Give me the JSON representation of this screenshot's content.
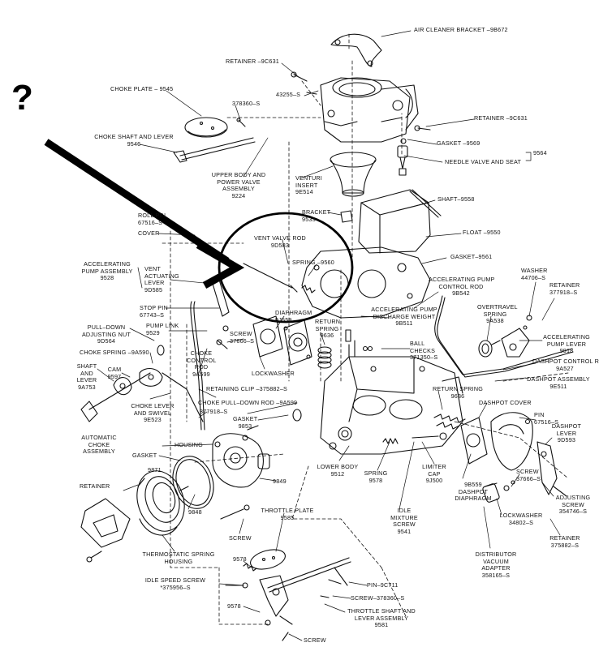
{
  "question_mark": "?",
  "labels": [
    {
      "id": "air-cleaner-bracket",
      "lines": [
        "AIR CLEANER BRACKET –9B672"
      ]
    },
    {
      "id": "retainer-top",
      "lines": [
        "RETAINER –9C631"
      ]
    },
    {
      "id": "choke-plate",
      "lines": [
        "CHOKE PLATE – 9545"
      ]
    },
    {
      "id": "p378360",
      "lines": [
        "378360–S"
      ]
    },
    {
      "id": "p43255",
      "lines": [
        "43255–S"
      ]
    },
    {
      "id": "retainer-right",
      "lines": [
        "RETAINER –9C631"
      ]
    },
    {
      "id": "choke-shaft",
      "lines": [
        "CHOKE SHAFT AND LEVER",
        "9546"
      ]
    },
    {
      "id": "gasket-9569",
      "lines": [
        "GASKET –9569"
      ]
    },
    {
      "id": "p9564",
      "lines": [
        "9564"
      ]
    },
    {
      "id": "needle-valve",
      "lines": [
        "NEEDLE VALVE AND SEAT"
      ]
    },
    {
      "id": "upper-body",
      "lines": [
        "UPPER BODY AND",
        "POWER VALVE",
        "ASSEMBLY",
        "9224"
      ]
    },
    {
      "id": "venturi",
      "lines": [
        "VENTURI",
        "INSERT",
        "9E514"
      ]
    },
    {
      "id": "shaft-9558",
      "lines": [
        "SHAFT–9558"
      ]
    },
    {
      "id": "roll-pin",
      "lines": [
        "ROLL PIN",
        "67516–S"
      ]
    },
    {
      "id": "bracket-9533",
      "lines": [
        "BRACKET",
        "9533"
      ]
    },
    {
      "id": "cover",
      "lines": [
        "COVER"
      ]
    },
    {
      "id": "float",
      "lines": [
        "FLOAT –9550"
      ]
    },
    {
      "id": "vent-valve-rod",
      "lines": [
        "VENT VALVE ROD",
        "9D583"
      ]
    },
    {
      "id": "gasket-9561",
      "lines": [
        "GASKET–9561"
      ]
    },
    {
      "id": "accel-pump-assembly",
      "lines": [
        "ACCELERATING",
        "PUMP ASSEMBLY",
        "9528"
      ]
    },
    {
      "id": "spring-9560",
      "lines": [
        "SPRING –9560"
      ]
    },
    {
      "id": "vent-actuating-lever",
      "lines": [
        "VENT",
        "ACTUATING",
        "LEVER",
        "9D585"
      ]
    },
    {
      "id": "accel-pump-control-rod",
      "lines": [
        "ACCELERATING PUMP",
        "CONTROL ROD",
        "9B542"
      ]
    },
    {
      "id": "washer",
      "lines": [
        "WASHER",
        "44706–S"
      ]
    },
    {
      "id": "retainer-377918",
      "lines": [
        "RETAINER",
        "377918–S"
      ]
    },
    {
      "id": "stop-pin",
      "lines": [
        "STOP PIN",
        "67743–S"
      ]
    },
    {
      "id": "diaphragm",
      "lines": [
        "DIAPHRAGM",
        "9J559"
      ]
    },
    {
      "id": "discharge-weight",
      "lines": [
        "ACCELERATING PUMP",
        "DISCHARGE WEIGHT",
        "9B511"
      ]
    },
    {
      "id": "overtravel-spring",
      "lines": [
        "OVERTRAVEL",
        "SPRING",
        "9A538"
      ]
    },
    {
      "id": "pull-down-nut",
      "lines": [
        "PULL–DOWN",
        "ADJUSTING NUT",
        "9D564"
      ]
    },
    {
      "id": "pump-link",
      "lines": [
        "PUMP LINK",
        "9529"
      ]
    },
    {
      "id": "screw-37666-a",
      "lines": [
        "SCREW",
        "37666–S"
      ]
    },
    {
      "id": "return-spring-top",
      "lines": [
        "RETURN",
        "SPRING",
        "9636"
      ]
    },
    {
      "id": "accel-pump-lever",
      "lines": [
        "ACCELERATING",
        "PUMP LEVER",
        "9918"
      ]
    },
    {
      "id": "ball-checks",
      "lines": [
        "BALL",
        "CHECKS",
        "371350–S"
      ]
    },
    {
      "id": "choke-spring",
      "lines": [
        "CHOKE SPRING –9A590"
      ]
    },
    {
      "id": "choke-control-rod",
      "lines": [
        "CHOKE",
        "CONTROL",
        "ROD",
        "9A599"
      ]
    },
    {
      "id": "lockwasher-top",
      "lines": [
        "LOCKWASHER"
      ]
    },
    {
      "id": "dashpot-control-rod",
      "lines": [
        "DASHPOT CONTROL ROD",
        "9A527"
      ]
    },
    {
      "id": "shaft-lever",
      "lines": [
        "SHAFT",
        "AND",
        "LEVER",
        "9A753"
      ]
    },
    {
      "id": "cam",
      "lines": [
        "CAM",
        "9597"
      ]
    },
    {
      "id": "dashpot-assembly",
      "lines": [
        "DASHPOT ASSEMBLY",
        "9E511"
      ]
    },
    {
      "id": "retaining-clip",
      "lines": [
        "RETAINING CLIP –375882–S"
      ]
    },
    {
      "id": "return-spring-mid",
      "lines": [
        "RETURN SPRING",
        "9636"
      ]
    },
    {
      "id": "choke-pull-down-rod",
      "lines": [
        "CHOKE PULL–DOWN ROD –9A599"
      ]
    },
    {
      "id": "dashpot-cover",
      "lines": [
        "DASHPOT COVER"
      ]
    },
    {
      "id": "choke-lever-swivel",
      "lines": [
        "CHOKE LEVER",
        "AND SWIVEL",
        "9E523"
      ]
    },
    {
      "id": "p377918",
      "lines": [
        "377918–S"
      ]
    },
    {
      "id": "pin-67516",
      "lines": [
        "PIN",
        "67516–S"
      ]
    },
    {
      "id": "gasket-9853",
      "lines": [
        "GASKET",
        "9853"
      ]
    },
    {
      "id": "dashpot-lever",
      "lines": [
        "DASHPOT",
        "LEVER",
        "9D593"
      ]
    },
    {
      "id": "automatic-choke",
      "lines": [
        "AUTOMATIC",
        "CHOKE",
        "ASSEMBLY"
      ]
    },
    {
      "id": "housing",
      "lines": [
        "HOUSING"
      ]
    },
    {
      "id": "gasket-left",
      "lines": [
        "GASKET"
      ]
    },
    {
      "id": "p9871",
      "lines": [
        "9871"
      ]
    },
    {
      "id": "lower-body",
      "lines": [
        "LOWER BODY",
        "9512"
      ]
    },
    {
      "id": "spring-9578",
      "lines": [
        "SPRING",
        "9578"
      ]
    },
    {
      "id": "limiter-cap",
      "lines": [
        "LIMITER",
        "CAP",
        "9J500"
      ]
    },
    {
      "id": "dashpot-diaphragm",
      "lines": [
        "9B559",
        "DASHPOT",
        "DIAPHRAGM"
      ]
    },
    {
      "id": "screw-37666-b",
      "lines": [
        "SCREW",
        "37666–S"
      ]
    },
    {
      "id": "p9849",
      "lines": [
        "9849"
      ]
    },
    {
      "id": "retainer-left",
      "lines": [
        "RETAINER"
      ]
    },
    {
      "id": "adjusting-screw",
      "lines": [
        "ADJUSTING",
        "SCREW",
        "354746–S"
      ]
    },
    {
      "id": "p9848",
      "lines": [
        "9848"
      ]
    },
    {
      "id": "throttle-plate",
      "lines": [
        "THROTTLE PLATE",
        "9585"
      ]
    },
    {
      "id": "idle-mixture-screw",
      "lines": [
        "IDLE",
        "MIXTURE",
        "SCREW",
        "9541"
      ]
    },
    {
      "id": "lockwasher-bottom",
      "lines": [
        "LOCKWASHER",
        "34802–S"
      ]
    },
    {
      "id": "screw-plain",
      "lines": [
        "SCREW"
      ]
    },
    {
      "id": "retainer-375882",
      "lines": [
        "RETAINER",
        "375882–S"
      ]
    },
    {
      "id": "thermostatic-spring",
      "lines": [
        "THERMOSTATIC SPRING",
        "HOUSING"
      ]
    },
    {
      "id": "p9578",
      "lines": [
        "9578"
      ]
    },
    {
      "id": "distributor-vacuum-adapter",
      "lines": [
        "DISTRIBUTOR",
        "VACUUM",
        "ADAPTER",
        "358165–S"
      ]
    },
    {
      "id": "idle-speed-screw",
      "lines": [
        "IDLE SPEED SCREW",
        "*375956–S"
      ]
    },
    {
      "id": "pin-9c711",
      "lines": [
        "PIN–9C711"
      ]
    },
    {
      "id": "screw-378360",
      "lines": [
        "SCREW–378360–S"
      ]
    },
    {
      "id": "throttle-shaft",
      "lines": [
        "THROTTLE SHAFT AND",
        "LEVER ASSEMBLY",
        "9581"
      ]
    },
    {
      "id": "p9578-bottom",
      "lines": [
        "9578"
      ]
    },
    {
      "id": "screw-bottom",
      "lines": [
        "SCREW"
      ]
    }
  ]
}
